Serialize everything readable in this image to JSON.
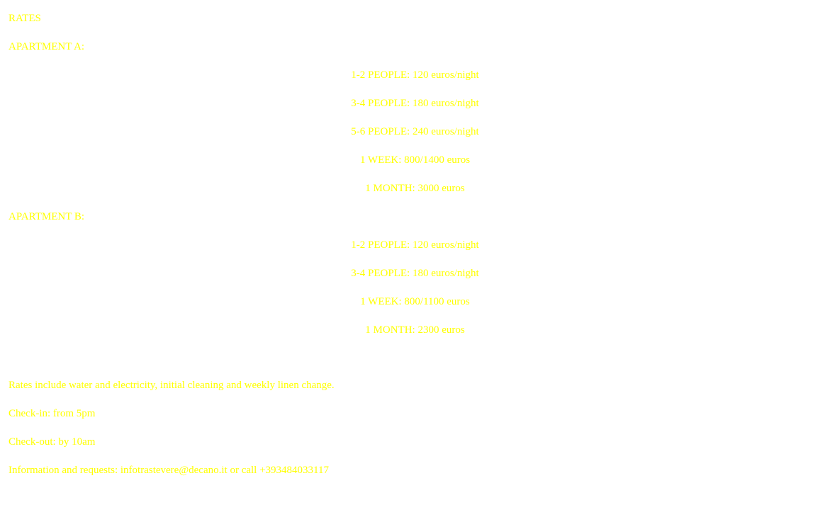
{
  "colors": {
    "text": "#ffff00",
    "background": "#ffffff"
  },
  "heading": "RATES",
  "apartment_a": {
    "title": "APARTMENT A:",
    "rates": [
      "1-2 PEOPLE: 120 euros/night",
      "3-4 PEOPLE: 180 euros/night",
      "5-6 PEOPLE: 240 euros/night",
      "1 WEEK: 800/1400 euros",
      "1 MONTH: 3000 euros"
    ]
  },
  "apartment_b": {
    "title": "APARTMENT B:",
    "rates": [
      "1-2 PEOPLE: 120 euros/night",
      "3-4 PEOPLE: 180 euros/night",
      "1 WEEK: 800/1100 euros",
      "1 MONTH: 2300 euros"
    ]
  },
  "notes": {
    "includes": "Rates include water and electricity, initial cleaning and weekly linen change.",
    "checkin": "Check-in: from 5pm",
    "checkout": "Check-out: by 10am",
    "contact": "Information and requests: infotrastevere@decano.it or call +393484033117"
  }
}
